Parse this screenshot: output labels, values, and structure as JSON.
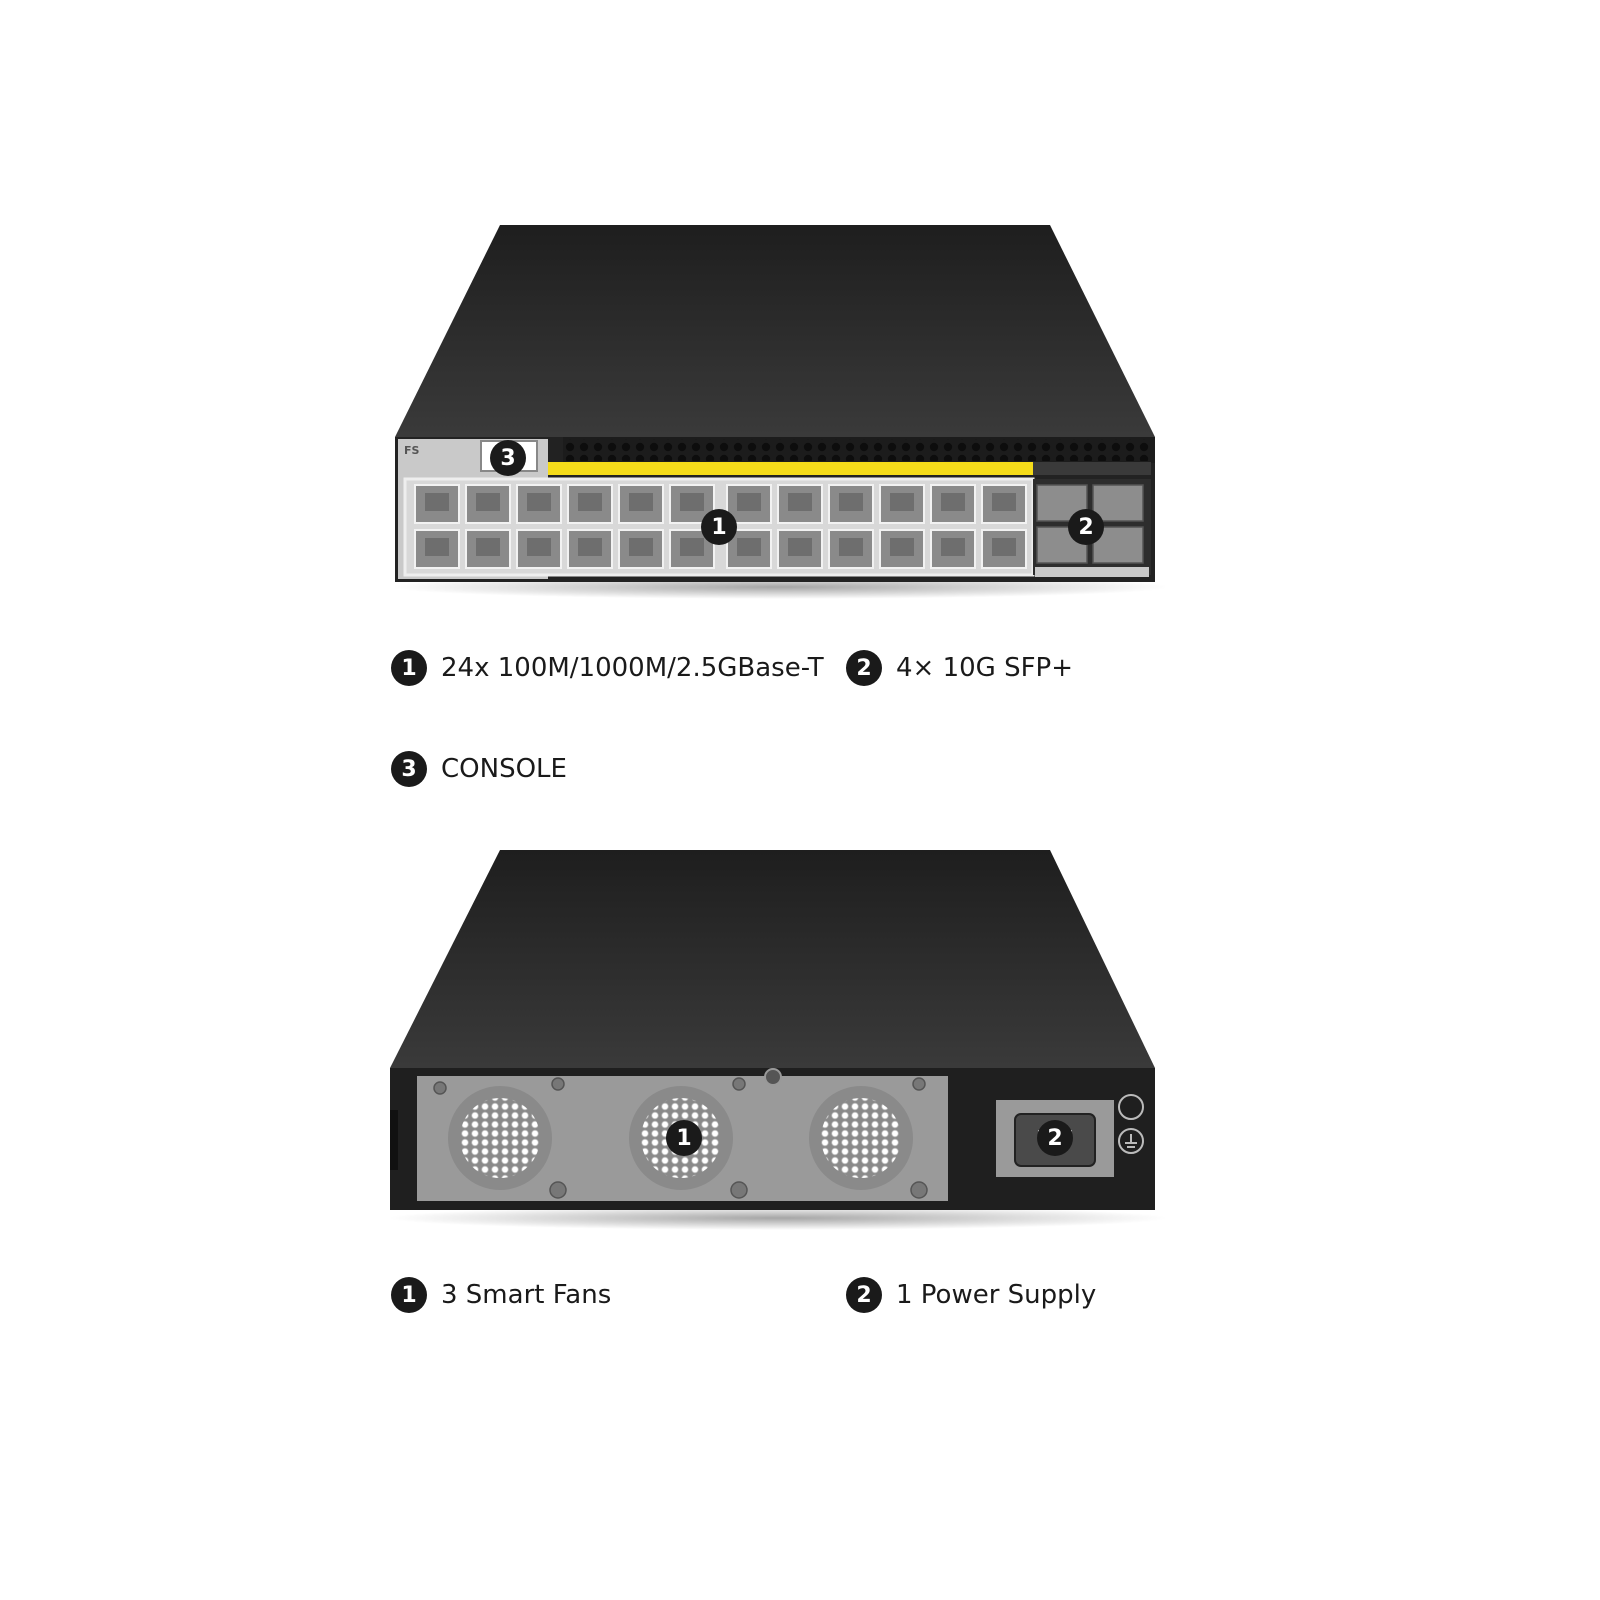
{
  "front_view": {
    "brand_logo": "FS",
    "callouts": [
      {
        "number": "1",
        "label": "24x 100M/1000M/2.5GBase-T"
      },
      {
        "number": "2",
        "label": "4× 10G SFP+"
      },
      {
        "number": "3",
        "label": "CONSOLE"
      }
    ]
  },
  "rear_view": {
    "callouts": [
      {
        "number": "1",
        "label": "3 Smart Fans"
      },
      {
        "number": "2",
        "label": "1 Power Supply"
      }
    ]
  },
  "colors": {
    "chassis": "#2a2a2a",
    "front_panel": "#c8c8c8",
    "port_label_strip": "#f5dc1a",
    "badge": "#1a1a1a",
    "fan_tray": "#9a9a9a"
  }
}
